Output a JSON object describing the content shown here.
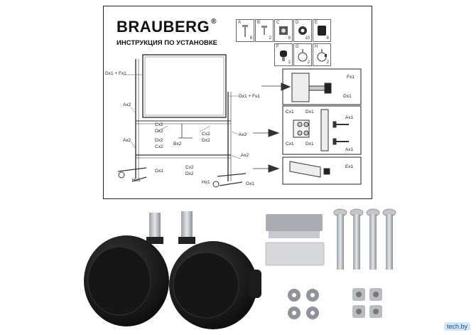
{
  "sheet": {
    "brand": "BRAUBERG",
    "brand_mark": "®",
    "subtitle": "ИНСТРУКЦИЯ ПО УСТАНОВКЕ"
  },
  "parts": [
    {
      "letter": "A",
      "qty": "8"
    },
    {
      "letter": "B",
      "qty": "2"
    },
    {
      "letter": "C",
      "qty": "8"
    },
    {
      "letter": "D",
      "qty": "10"
    },
    {
      "letter": "E",
      "qty": "6"
    },
    {
      "letter": "F",
      "qty": "2"
    },
    {
      "letter": "G",
      "qty": "2"
    },
    {
      "letter": "H",
      "qty": "2"
    }
  ],
  "labels": {
    "dx1_fx1": "Dx1 + Fx1",
    "dx1_fx1_b": "Dx1 + Fx1",
    "ax2_a": "Ax2",
    "ax2_b": "Ax2",
    "ax2_c": "Ax2",
    "ax2_d": "Ax2",
    "cx2_a": "Cx2",
    "dx2_a": "Dx2",
    "cx2_b": "Cx2",
    "dx2_b": "Dx2",
    "dx2_c": "Dx2",
    "cx2_c": "Cx2",
    "bx2": "Bx2",
    "cx2_d": "Cx2",
    "dx2_d": "Dx2",
    "gx1_a": "Gx1",
    "hx1_a": "Hx1",
    "hx1_b": "Hx1",
    "gx1_b": "Gx1",
    "fx1": "Fx1",
    "dx1_r": "Dx1",
    "cx1_a": "Cx1",
    "dx1_a": "Dx1",
    "cx1_b": "Cx1",
    "dx1_b": "Dx1",
    "ax1_a": "Ax1",
    "ax1_b": "Ax1",
    "ex1": "Ex1"
  },
  "watermark": "tech.by",
  "colors": {
    "frame": "#222222",
    "metal": "#b8bcc2",
    "wheel": "#1a1a1a",
    "bolt": "#c9ccd1",
    "cap": "#d9d9d9"
  }
}
